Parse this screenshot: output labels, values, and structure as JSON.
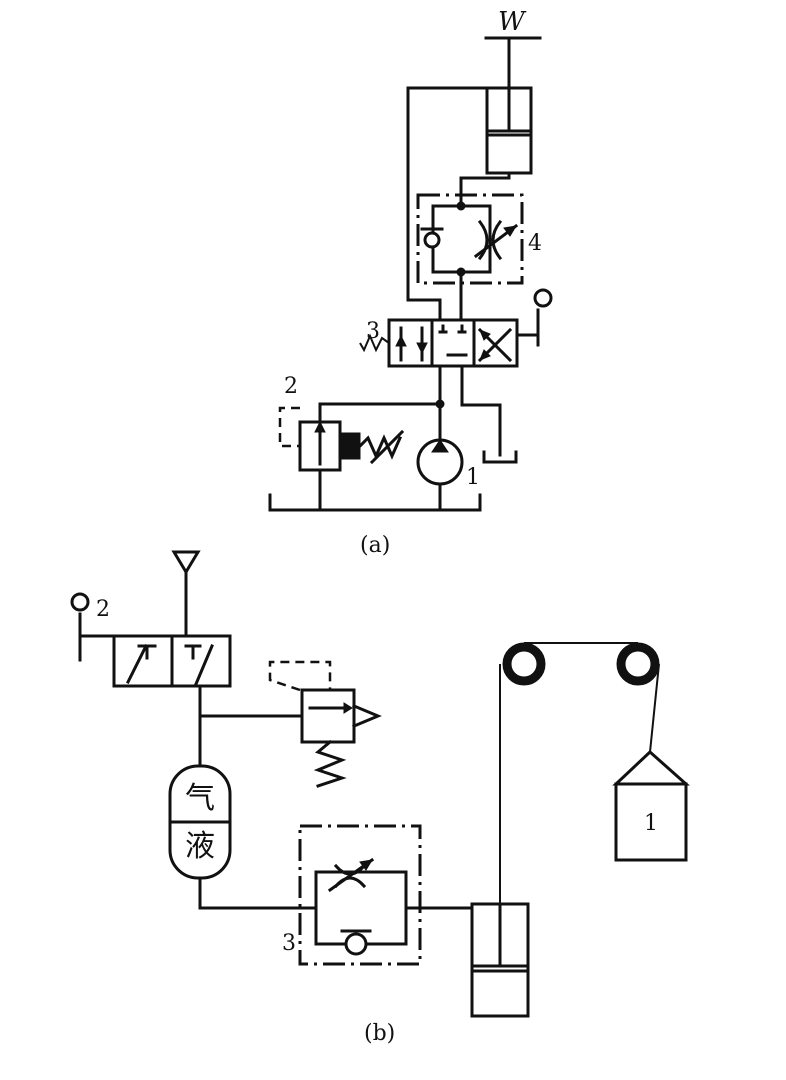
{
  "diagram_a": {
    "caption": "(a)",
    "load_label": "W",
    "labels": {
      "pump": "1",
      "relief_valve": "2",
      "directional_valve": "3",
      "throttle_check_valve": "4"
    }
  },
  "diagram_b": {
    "caption": "(b)",
    "labels": {
      "weight": "1",
      "directional_valve": "2",
      "throttle_check_valve": "3"
    },
    "accumulator": {
      "gas": "气",
      "liquid": "液"
    }
  }
}
